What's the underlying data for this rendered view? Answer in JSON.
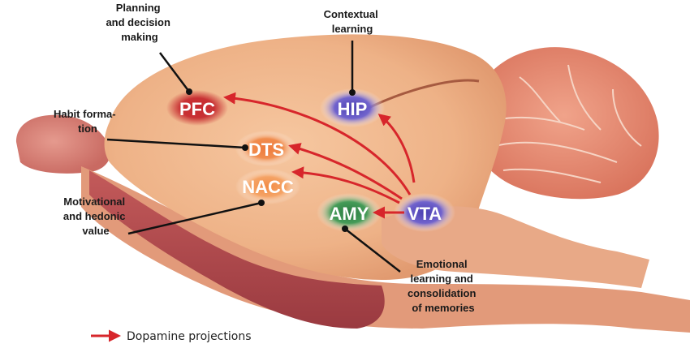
{
  "regions": {
    "pfc": "PFC",
    "hip": "HIP",
    "dts": "DTS",
    "nacc": "NACC",
    "amy": "AMY",
    "vta": "VTA"
  },
  "callouts": {
    "planning": [
      "Planning",
      "and decision",
      "making"
    ],
    "contextual": [
      "Contextual",
      "learning"
    ],
    "habit": [
      "Habit forma-",
      "tion"
    ],
    "motivational": [
      "Motivational",
      "and hedonic",
      "value"
    ],
    "emotional": [
      "Emotional",
      "learning and",
      "consolidation",
      "of memories"
    ]
  },
  "legend": {
    "label": "Dopamine projections"
  },
  "colors": {
    "arrow": "#d7262b",
    "pfc": "#c62a2f",
    "hip": "#5a4fc0",
    "dts": "#ee7a3c",
    "nacc": "#f28a44",
    "amy": "#2f8a4a",
    "vta": "#5a4fc0"
  }
}
